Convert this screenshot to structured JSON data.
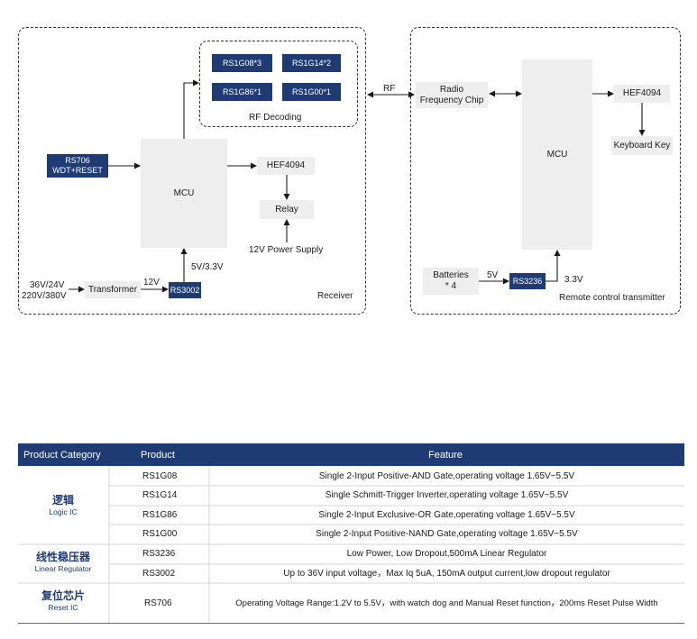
{
  "receiver": {
    "section_label": "Receiver",
    "rf_decoding_label": "RF Decoding",
    "chips": [
      "RS1G08*3",
      "RS1G14*2",
      "RS1G86*1",
      "RS1G00*1"
    ],
    "mcu_label": "MCU",
    "rs706_line1": "RS706",
    "rs706_line2": "WDT+RESET",
    "hef_label": "HEF4094",
    "relay_label": "Relay",
    "power_supply_label": "12V Power Supply",
    "input_voltage_line1": "36V/24V",
    "input_voltage_line2": "220V/380V",
    "transformer_label": "Transformer",
    "v12_label": "12V",
    "rs3002_label": "RS3002",
    "v5_33_label": "5V/3.3V"
  },
  "rf_link_label": "RF",
  "transmitter": {
    "section_label": "Remote control transmitter",
    "rf_chip_line1": "Radio",
    "rf_chip_line2": "Frequency Chip",
    "mcu_label": "MCU",
    "hef_label": "HEF4094",
    "keyboard_label": "Keyboard Key",
    "batteries_line1": "Batteries",
    "batteries_line2": "* 4",
    "v5_label": "5V",
    "rs3236_label": "RS3236",
    "v33_label": "3.3V"
  },
  "table": {
    "headers": [
      "Product Category",
      "Product",
      "Feature"
    ],
    "categories": [
      {
        "zh": "逻辑",
        "en": "Logic IC"
      },
      {
        "zh": "线性稳压器",
        "en": "Linear Regulator"
      },
      {
        "zh": "复位芯片",
        "en": "Reset IC"
      }
    ],
    "rows": [
      {
        "product": "RS1G08",
        "feature": "Single 2-Input Positive-AND Gate,operating voltage 1.65V~5.5V"
      },
      {
        "product": "RS1G14",
        "feature": "Single Schmitt-Trigger Inverter,operating voltage 1.65V~5.5V"
      },
      {
        "product": "RS1G86",
        "feature": "Single 2-Input Exclusive-OR Gate,operating voltage 1.65V~5.5V"
      },
      {
        "product": "RS1G00",
        "feature": "Single 2-Input Positive-NAND Gate,operating voltage 1.65V~5.5V"
      },
      {
        "product": "RS3236",
        "feature": "Low Power, Low Dropout,500mA Linear Regulator"
      },
      {
        "product": "RS3002",
        "feature": "Up to 36V input voltage，Max Iq 5uA, 150mA output current,low dropout regulator"
      },
      {
        "product": "RS706",
        "feature": "Operating Voltage Range:1.2V to 5.5V，with watch dog and Manual Reset function，200ms Reset Pulse Width"
      }
    ]
  },
  "colors": {
    "navy": "#1f3b73",
    "box_gray": "#eeeeee",
    "line": "#1a1a1a"
  }
}
